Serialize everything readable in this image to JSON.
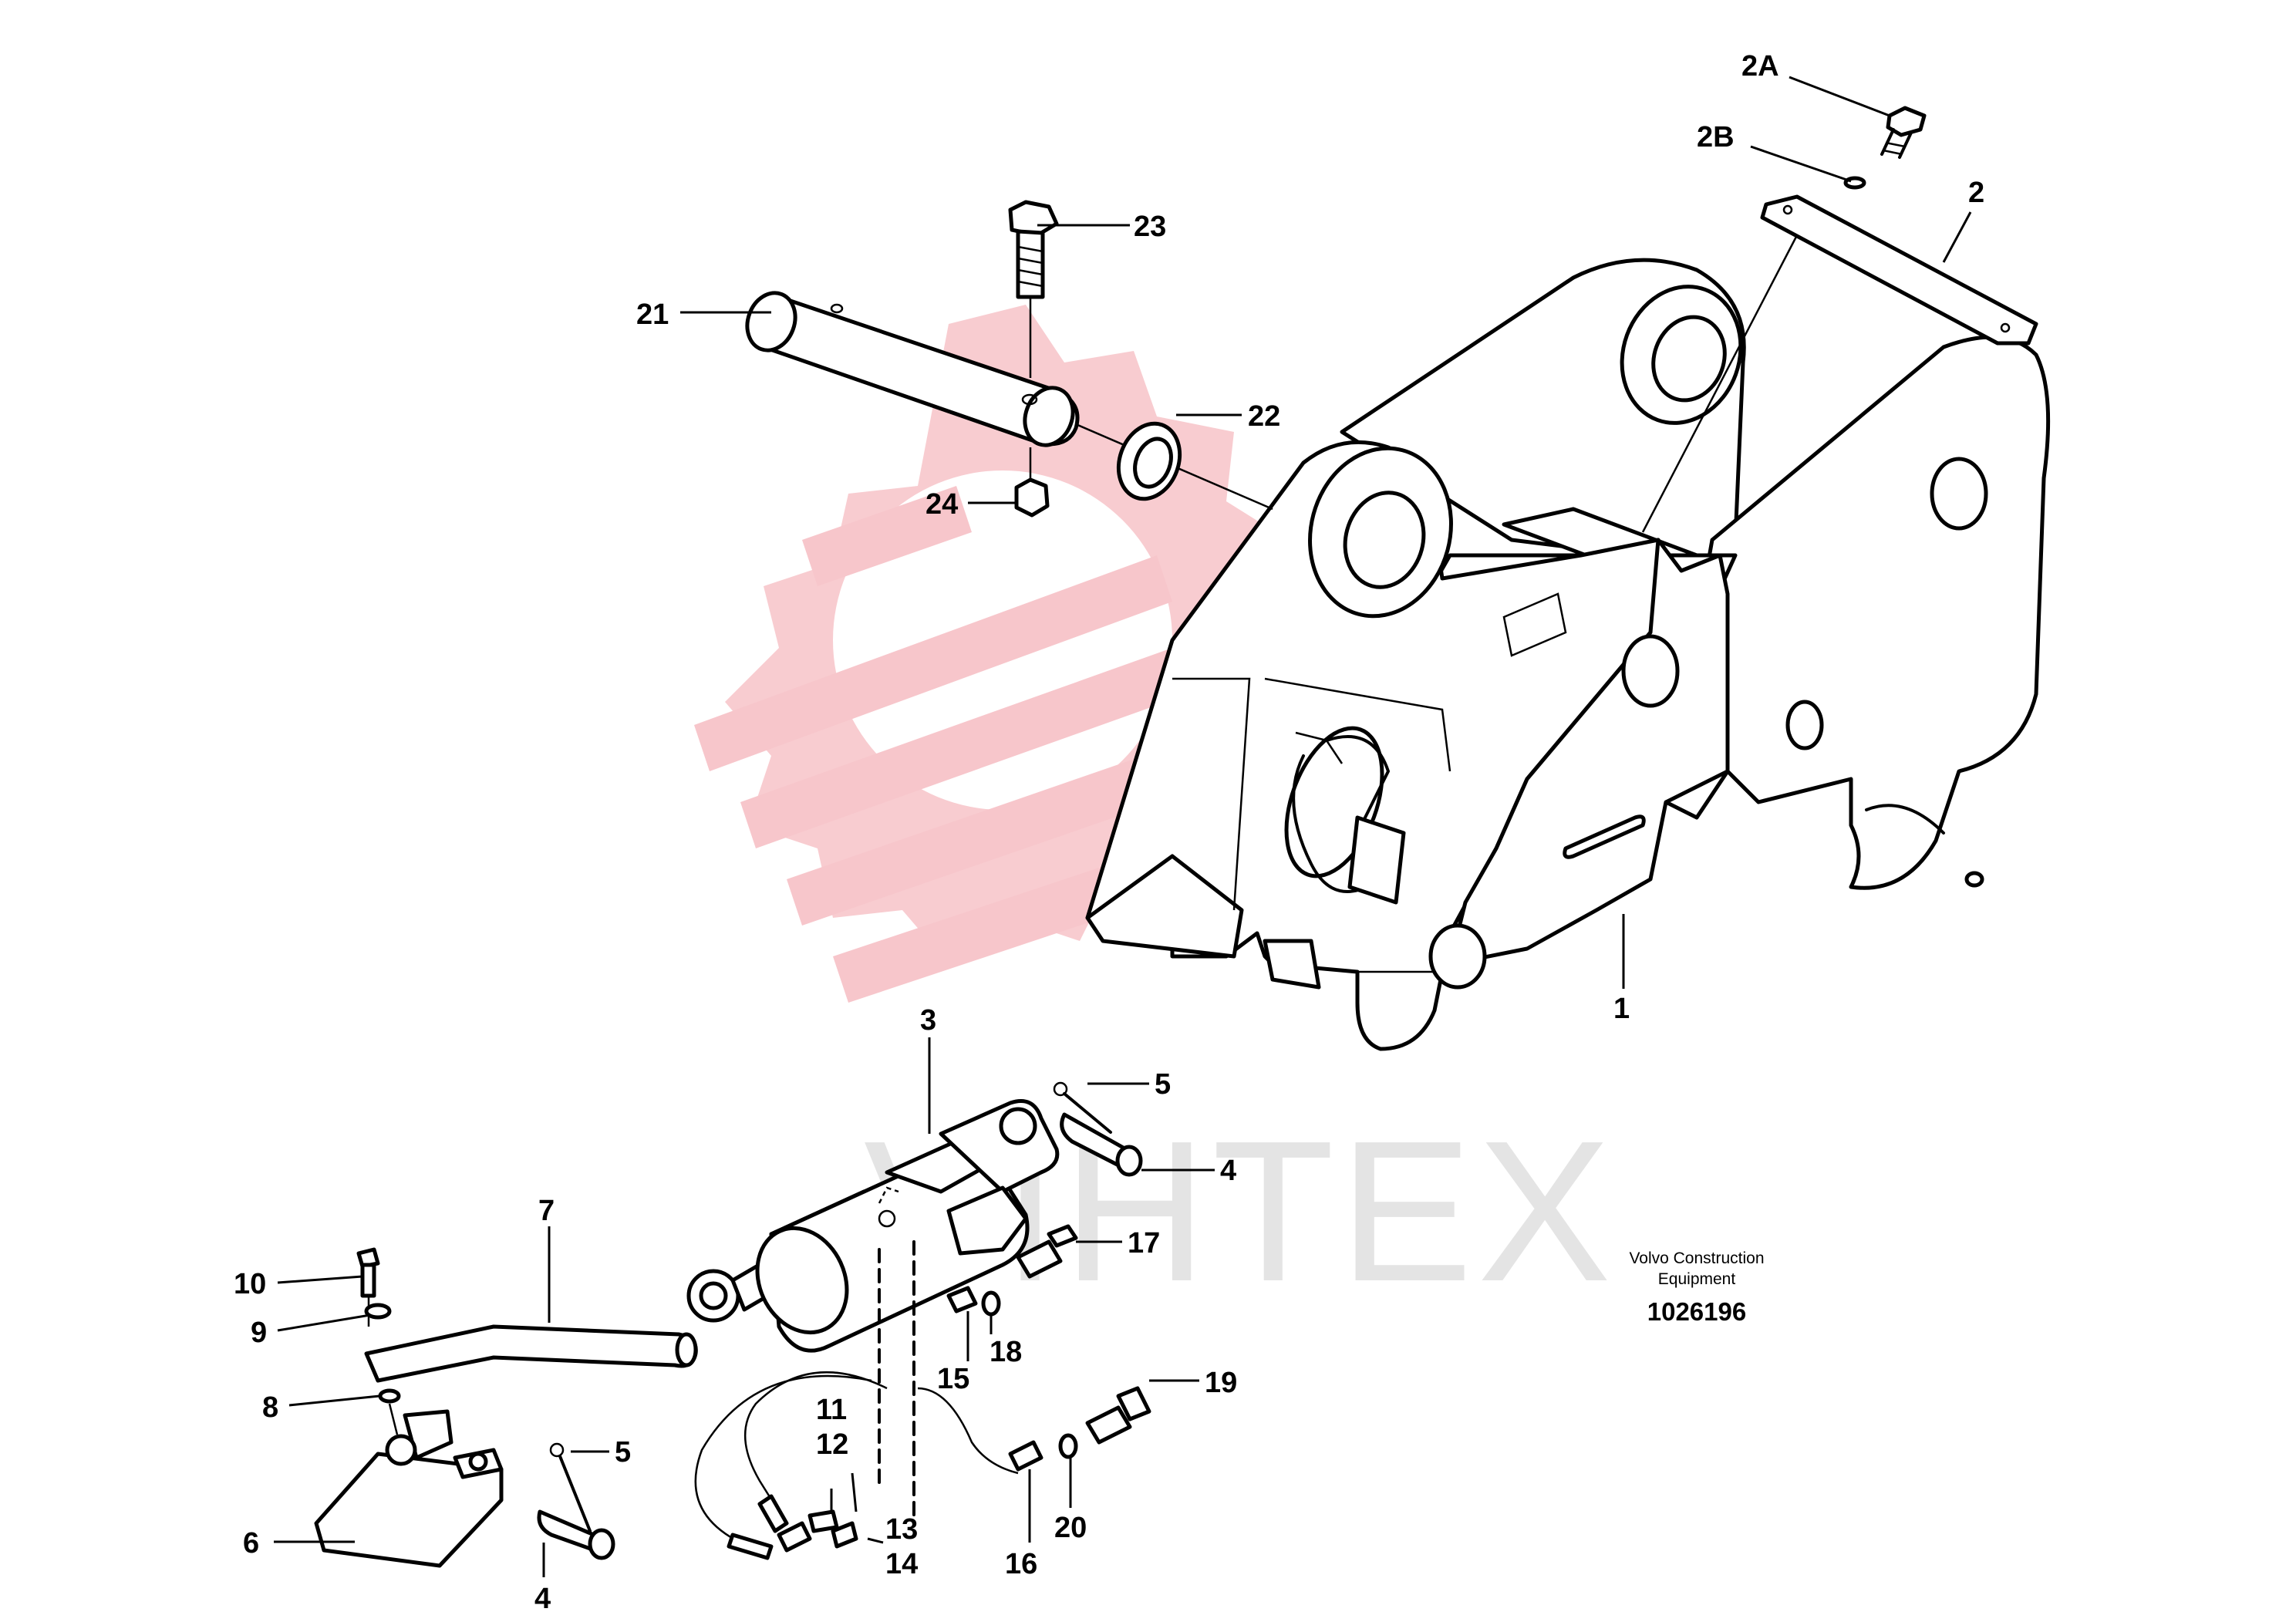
{
  "watermark": {
    "text": "VIHTEX",
    "color": "#e4e4e4",
    "logo_color": "#f7c6cb"
  },
  "caption": {
    "line1": "Volvo Construction",
    "line2": "Equipment",
    "number": "1026196"
  },
  "labels": {
    "l1": "1",
    "l2": "2",
    "l2a": "2A",
    "l2b": "2B",
    "l3": "3",
    "l4a": "4",
    "l4b": "4",
    "l5a": "5",
    "l5b": "5",
    "l6": "6",
    "l7": "7",
    "l8": "8",
    "l9": "9",
    "l10": "10",
    "l11": "11",
    "l12": "12",
    "l13": "13",
    "l14": "14",
    "l15": "15",
    "l16": "16",
    "l17": "17",
    "l18": "18",
    "l19": "19",
    "l20": "20",
    "l21": "21",
    "l22": "22",
    "l23": "23",
    "l24": "24"
  }
}
